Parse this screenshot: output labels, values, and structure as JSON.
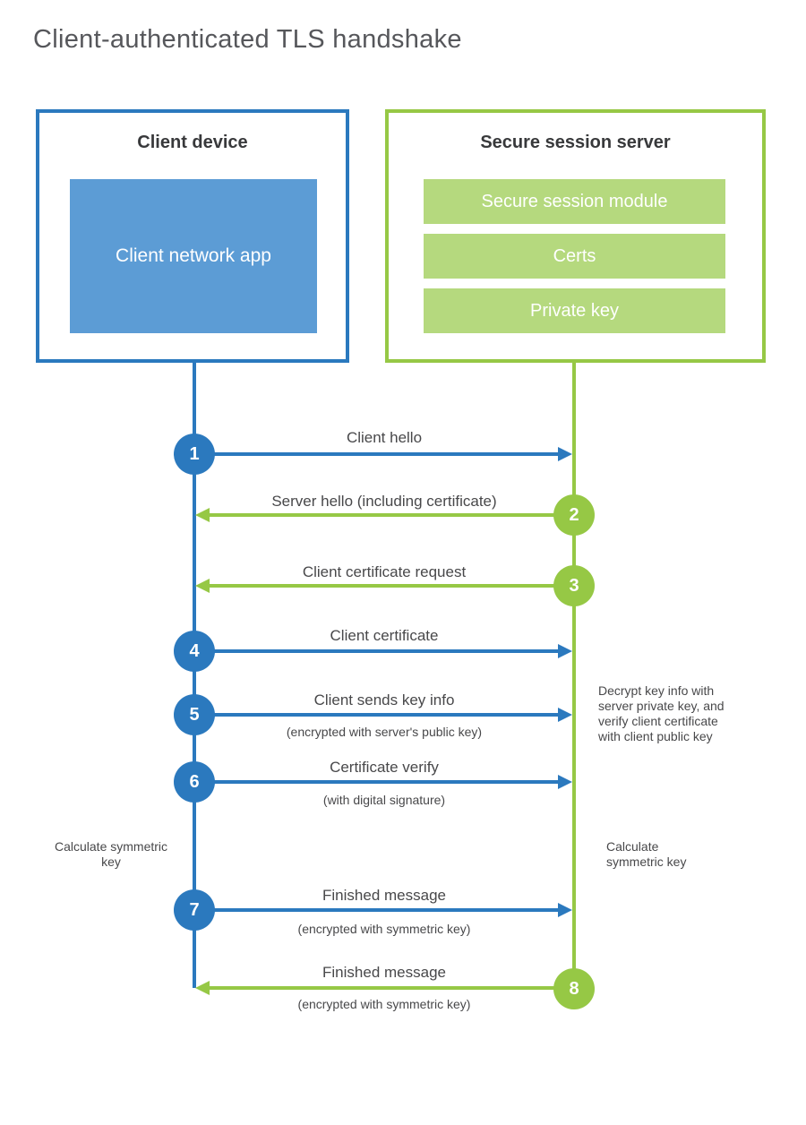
{
  "title": "Client-authenticated TLS handshake",
  "client": {
    "title": "Client device",
    "app": "Client network app"
  },
  "server": {
    "title": "Secure session server",
    "modules": [
      "Secure session module",
      "Certs",
      "Private key"
    ]
  },
  "steps": [
    {
      "num": "1",
      "label": "Client hello",
      "direction": "client-to-server"
    },
    {
      "num": "2",
      "label": "Server hello (including certificate)",
      "direction": "server-to-client"
    },
    {
      "num": "3",
      "label": "Client certificate request",
      "direction": "server-to-client"
    },
    {
      "num": "4",
      "label": "Client certificate",
      "direction": "client-to-server"
    },
    {
      "num": "5",
      "label": "Client sends key info",
      "sub": "(encrypted with server's public key)",
      "direction": "client-to-server"
    },
    {
      "num": "6",
      "label": "Certificate verify",
      "sub": "(with digital signature)",
      "direction": "client-to-server"
    },
    {
      "num": "7",
      "label": "Finished message",
      "sub": "(encrypted with symmetric key)",
      "direction": "client-to-server"
    },
    {
      "num": "8",
      "label": "Finished message",
      "sub": "(encrypted with symmetric key)",
      "direction": "server-to-client"
    }
  ],
  "notes": {
    "decrypt": "Decrypt key info with server private key, and verify client certificate with client public key",
    "calc_client": "Calculate symmetric key",
    "calc_server": "Calculate symmetric key"
  },
  "colors": {
    "blue": "#2b79be",
    "blue_fill": "#5c9cd5",
    "green": "#96c845",
    "green_fill": "#b5d97e"
  }
}
